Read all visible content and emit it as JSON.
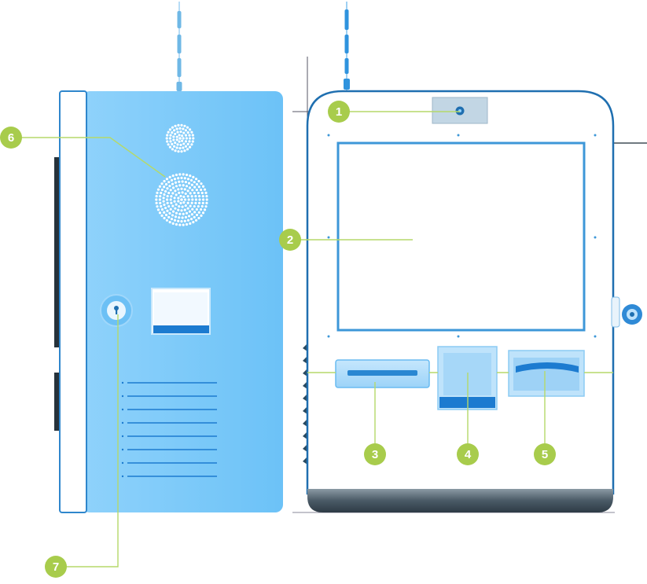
{
  "callouts": [
    {
      "id": "1",
      "label": "1",
      "part": "camera"
    },
    {
      "id": "2",
      "label": "2",
      "part": "touch-screen"
    },
    {
      "id": "3",
      "label": "3",
      "part": "card-reader"
    },
    {
      "id": "4",
      "label": "4",
      "part": "scanner"
    },
    {
      "id": "5",
      "label": "5",
      "part": "printer"
    },
    {
      "id": "6",
      "label": "6",
      "part": "speaker"
    },
    {
      "id": "7",
      "label": "7",
      "part": "lock"
    }
  ],
  "colors": {
    "side_panel": "#7fcbfa",
    "side_panel_edge": "#4ea9e6",
    "front_outline": "#1f6fb0",
    "screen_outline": "#3d97d8",
    "callout": "#a8cc4c",
    "leader": "#b5d96a",
    "antenna": "#5ab0e8",
    "base_dark": "#2d3b45"
  }
}
